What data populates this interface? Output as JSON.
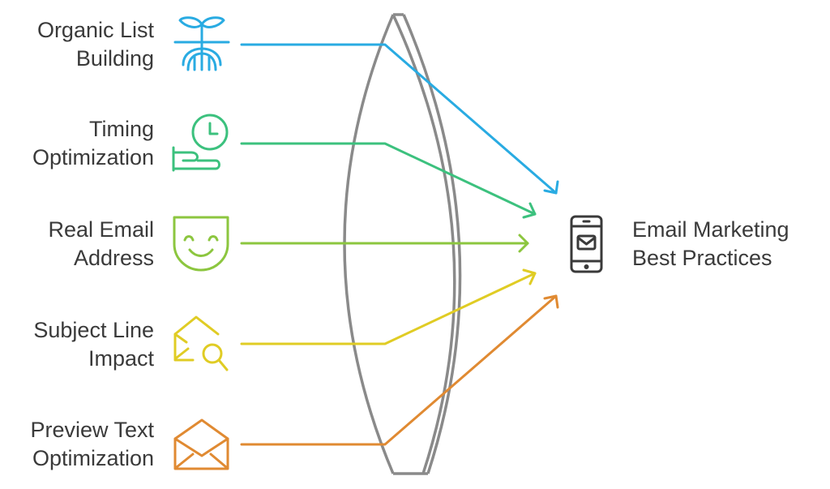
{
  "inputs": [
    {
      "lines": [
        "Organic List",
        "Building"
      ],
      "color": "#29abe2",
      "icon": "sprout-with-roots-icon"
    },
    {
      "lines": [
        "Timing",
        "Optimization"
      ],
      "color": "#3cc17e",
      "icon": "clock-in-hand-icon"
    },
    {
      "lines": [
        "Real Email",
        "Address"
      ],
      "color": "#8cc63f",
      "icon": "smiling-mask-icon"
    },
    {
      "lines": [
        "Subject Line",
        "Impact"
      ],
      "color": "#e0cc24",
      "icon": "envelope-magnifier-icon"
    },
    {
      "lines": [
        "Preview Text",
        "Optimization"
      ],
      "color": "#e08a32",
      "icon": "open-envelope-icon"
    }
  ],
  "output": {
    "lines": [
      "Email Marketing",
      "Best Practices"
    ],
    "icon": "smartphone-mail-icon",
    "color": "#3a3a3a"
  },
  "lens": {
    "icon": "lens-icon",
    "color": "#8a8a8a"
  }
}
